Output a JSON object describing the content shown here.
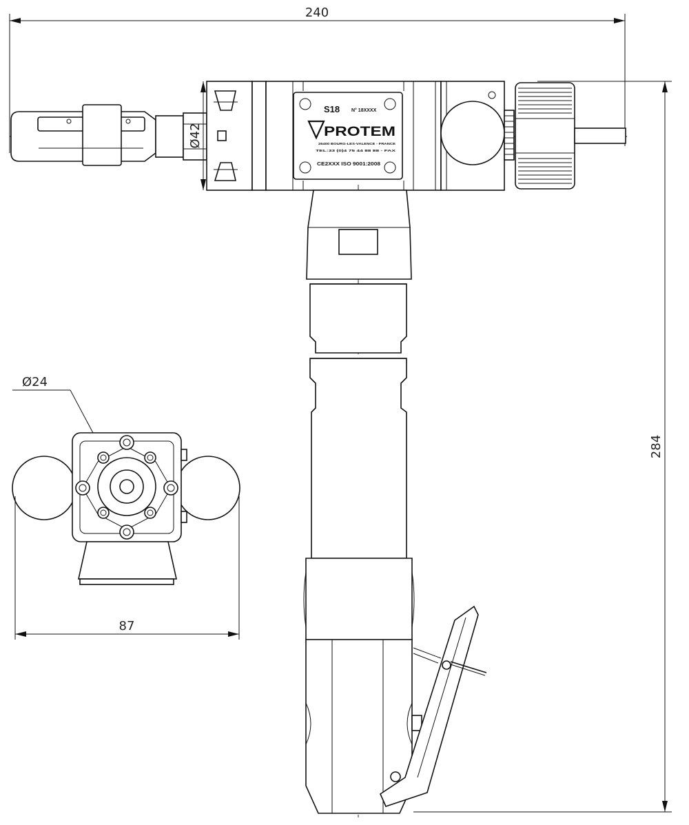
{
  "dimensions": {
    "overall_length": "240",
    "overall_height": "284",
    "width_end_view": "87",
    "diameter_body": "Ø42",
    "diameter_mandrel": "Ø24"
  },
  "nameplate": {
    "model": "S18",
    "serial": "N° 18XXXX",
    "brand": "PROTEM",
    "line1": "26400 BOURG-LES-VALENCE - FRANCE",
    "line2": "TEL:33 (0)4 75 44 88 88 - FAX",
    "cert": "CE2XXX   ISO 9001:2008"
  }
}
